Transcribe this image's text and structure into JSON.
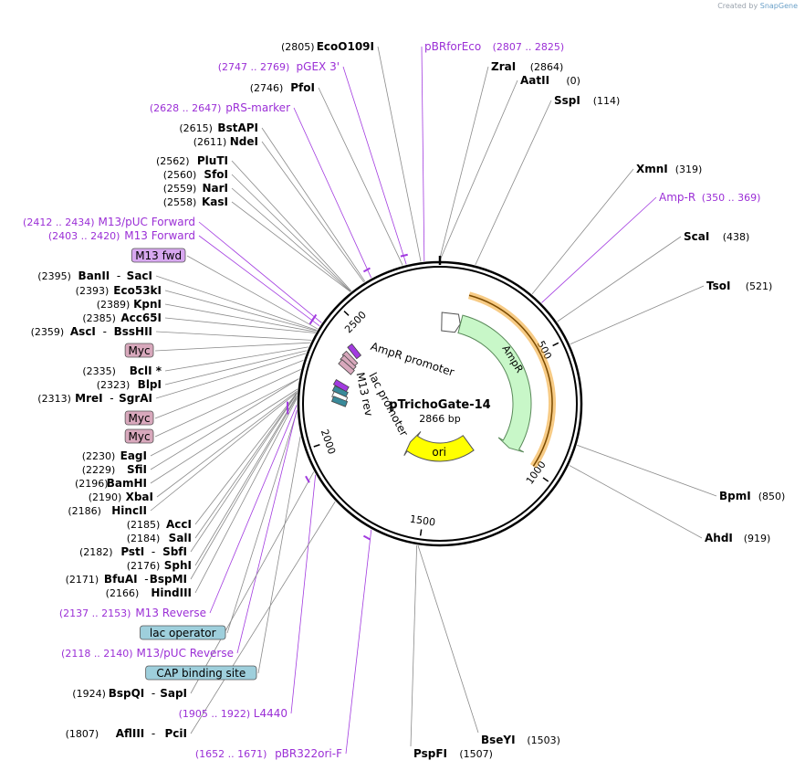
{
  "credit": {
    "prefix": "Created by",
    "brand": "SnapGene"
  },
  "plasmid": {
    "name": "pTrichoGate-14",
    "size_label": "2866 bp",
    "length": 2866
  },
  "colors": {
    "enzyme_text": "#000000",
    "primer_text": "#9b2fd6",
    "primer_line": "#a23be0",
    "enzyme_line": "#8a8a8a",
    "ampr_fill": "#c8f7c8",
    "ori_fill": "#ffff00",
    "orange": "#f0a020",
    "lac_fill": "#9ecfdc",
    "primer_box": "#d8a8f0",
    "myc_fill": "#d8a8bc"
  },
  "ticks": [
    {
      "pos": 500,
      "label": "500"
    },
    {
      "pos": 1000,
      "label": "1000"
    },
    {
      "pos": 1500,
      "label": "1500"
    },
    {
      "pos": 2000,
      "label": "2000"
    },
    {
      "pos": 2500,
      "label": "2500"
    }
  ],
  "features": [
    {
      "name": "AmpR promoter",
      "label": "AmpR promoter",
      "start": 10,
      "end": 114,
      "strand": "+",
      "type": "promoter"
    },
    {
      "name": "AmpR",
      "label": "AmpR",
      "start": 115,
      "end": 975,
      "strand": "+",
      "type": "cds"
    },
    {
      "name": "ori",
      "label": "ori",
      "start": 1146,
      "end": 1734,
      "strand": "-",
      "type": "ori"
    },
    {
      "name": "lac promoter",
      "label": "lac promoter",
      "start": 2078,
      "end": 2108,
      "strand": "+",
      "type": "small"
    },
    {
      "name": "M13 rev",
      "label": "M13 rev",
      "start": 2137,
      "end": 2153,
      "strand": "+",
      "type": "small"
    }
  ],
  "labels": [
    {
      "num": "(2805)",
      "name": "EcoO109I",
      "kind": "enzyme",
      "side": "left",
      "pos": 2805
    },
    {
      "name": "pBRforEco",
      "range": "(2807 .. 2825)",
      "kind": "primer",
      "side": "right",
      "pos": 2816
    },
    {
      "name": "ZraI",
      "num": "(2864)",
      "kind": "enzyme",
      "side": "right",
      "pos": 2864
    },
    {
      "name": "AatII",
      "num": "(0)",
      "kind": "enzyme",
      "side": "right",
      "pos": 0
    },
    {
      "name": "SspI",
      "num": "(114)",
      "kind": "enzyme",
      "side": "right",
      "pos": 114
    },
    {
      "range": "(2747 .. 2769)",
      "name": "pGEX 3'",
      "kind": "primer",
      "side": "left",
      "pos": 2758
    },
    {
      "num": "(2746)",
      "name": "PfoI",
      "kind": "enzyme",
      "side": "left",
      "pos": 2746
    },
    {
      "range": "(2628 .. 2647)",
      "name": "pRS-marker",
      "kind": "primer",
      "side": "left",
      "pos": 2638
    },
    {
      "num": "(2615)",
      "name": "BstAPI",
      "kind": "enzyme",
      "side": "left",
      "pos": 2615
    },
    {
      "num": "(2611)",
      "name": "NdeI",
      "kind": "enzyme",
      "side": "left",
      "pos": 2611
    },
    {
      "num": "(2562)",
      "name": "PluTI",
      "kind": "enzyme",
      "side": "left",
      "pos": 2562
    },
    {
      "num": "(2560)",
      "name": "SfoI",
      "kind": "enzyme",
      "side": "left",
      "pos": 2560
    },
    {
      "num": "(2559)",
      "name": "NarI",
      "kind": "enzyme",
      "side": "left",
      "pos": 2559
    },
    {
      "num": "(2558)",
      "name": "KasI",
      "kind": "enzyme",
      "side": "left",
      "pos": 2558
    },
    {
      "name": "XmnI",
      "num": "(319)",
      "kind": "enzyme",
      "side": "right",
      "pos": 319
    },
    {
      "name": "Amp-R",
      "range": "(350 .. 369)",
      "kind": "primer",
      "side": "right",
      "pos": 360
    },
    {
      "range": "(2412 .. 2434)",
      "name": "M13/pUC Forward",
      "kind": "primer",
      "side": "left",
      "pos": 2423
    },
    {
      "range": "(2403 .. 2420)",
      "name": "M13 Forward",
      "kind": "primer",
      "side": "left",
      "pos": 2411
    },
    {
      "name": "ScaI",
      "num": "(438)",
      "kind": "enzyme",
      "side": "right",
      "pos": 438
    },
    {
      "name": "M13 fwd",
      "kind": "box",
      "box": "primer",
      "side": "left",
      "pos": 2400
    },
    {
      "num": "(2395)",
      "name": "BanII",
      "name2": "SacI",
      "kind": "enzyme",
      "side": "left",
      "pos": 2395
    },
    {
      "num": "(2393)",
      "name": "Eco53kI",
      "kind": "enzyme",
      "side": "left",
      "pos": 2393
    },
    {
      "name": "TsoI",
      "num": "(521)",
      "kind": "enzyme",
      "side": "right",
      "pos": 521
    },
    {
      "num": "(2389)",
      "name": "KpnI",
      "kind": "enzyme",
      "side": "left",
      "pos": 2389
    },
    {
      "num": "(2385)",
      "name": "Acc65I",
      "kind": "enzyme",
      "side": "left",
      "pos": 2385
    },
    {
      "num": "(2359)",
      "name": "AscI",
      "name2": "BssHII",
      "kind": "enzyme",
      "side": "left",
      "pos": 2359
    },
    {
      "name": "Myc",
      "kind": "box",
      "box": "myc",
      "side": "left",
      "pos": 2350
    },
    {
      "num": "(2335)",
      "name": "BclI *",
      "kind": "enzyme",
      "side": "left",
      "pos": 2335
    },
    {
      "num": "(2323)",
      "name": "BlpI",
      "kind": "enzyme",
      "side": "left",
      "pos": 2323
    },
    {
      "num": "(2313)",
      "name": "MreI",
      "name2": "SgrAI",
      "kind": "enzyme",
      "side": "left",
      "pos": 2313
    },
    {
      "name": "Myc",
      "kind": "box",
      "box": "myc",
      "side": "left",
      "pos": 2290
    },
    {
      "name": "Myc",
      "kind": "box",
      "box": "myc",
      "side": "left",
      "pos": 2260
    },
    {
      "num": "(2230)",
      "name": "EagI",
      "kind": "enzyme",
      "side": "left",
      "pos": 2230
    },
    {
      "num": "(2229)",
      "name": "SfiI",
      "kind": "enzyme",
      "side": "left",
      "pos": 2229
    },
    {
      "name": "BpmI",
      "num": "(850)",
      "kind": "enzyme",
      "side": "right",
      "pos": 850
    },
    {
      "num": "(2196)",
      "name": "BamHI",
      "kind": "enzyme",
      "side": "left",
      "pos": 2196
    },
    {
      "num": "(2190)",
      "name": "XbaI",
      "kind": "enzyme",
      "side": "left",
      "pos": 2190
    },
    {
      "num": "(2186)",
      "name": "HincII",
      "kind": "enzyme",
      "side": "left",
      "pos": 2186
    },
    {
      "num": "(2185)",
      "name": "AccI",
      "kind": "enzyme",
      "side": "left",
      "pos": 2185
    },
    {
      "num": "(2184)",
      "name": "SalI",
      "kind": "enzyme",
      "side": "left",
      "pos": 2184
    },
    {
      "name": "AhdI",
      "num": "(919)",
      "kind": "enzyme",
      "side": "right",
      "pos": 919
    },
    {
      "num": "(2182)",
      "name": "PstI",
      "name2": "SbfI",
      "kind": "enzyme",
      "side": "left",
      "pos": 2182
    },
    {
      "num": "(2176)",
      "name": "SphI",
      "kind": "enzyme",
      "side": "left",
      "pos": 2176
    },
    {
      "num": "(2171)",
      "name": "BfuAI",
      "name2": "BspMI",
      "kind": "enzyme",
      "side": "left",
      "pos": 2171
    },
    {
      "num": "(2166)",
      "name": "HindIII",
      "kind": "enzyme",
      "side": "left",
      "pos": 2166
    },
    {
      "range": "(2137 .. 2153)",
      "name": "M13 Reverse",
      "kind": "primer",
      "side": "left",
      "pos": 2145
    },
    {
      "name": "lac operator",
      "kind": "box",
      "box": "lac",
      "side": "left",
      "pos": 2125
    },
    {
      "range": "(2118 .. 2140)",
      "name": "M13/pUC Reverse",
      "kind": "primer",
      "side": "left",
      "pos": 2129
    },
    {
      "name": "CAP binding site",
      "kind": "box",
      "box": "lac",
      "side": "left",
      "pos": 2045
    },
    {
      "num": "(1924)",
      "name": "BspQI",
      "name2": "SapI",
      "kind": "enzyme",
      "side": "left",
      "pos": 1924
    },
    {
      "range": "(1905 .. 1922)",
      "name": "L4440",
      "kind": "primer",
      "side": "left",
      "pos": 1913
    },
    {
      "num": "(1807)",
      "name": "AflIII",
      "name2": "PciI",
      "kind": "enzyme",
      "side": "left",
      "pos": 1807
    },
    {
      "name": "BseYI",
      "num": "(1503)",
      "kind": "enzyme",
      "side": "right",
      "pos": 1503
    },
    {
      "range": "(1652 .. 1671)",
      "name": "pBR322ori-F",
      "kind": "primer",
      "side": "left",
      "pos": 1661
    },
    {
      "name": "PspFI",
      "num": "(1507)",
      "kind": "enzyme",
      "side": "right",
      "pos": 1507
    }
  ]
}
